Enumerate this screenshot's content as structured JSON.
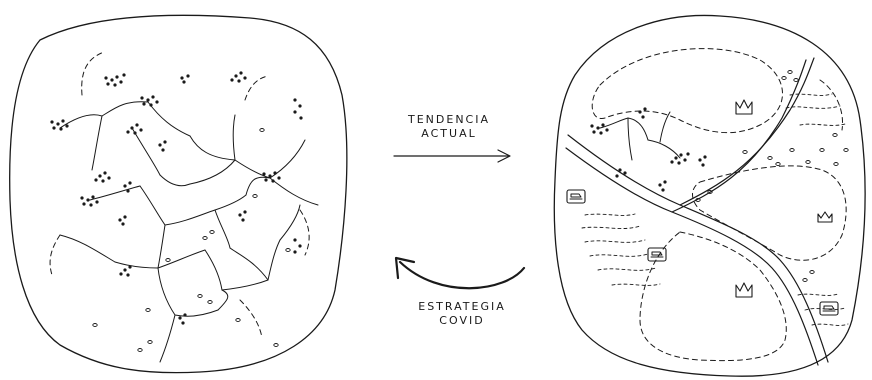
{
  "labels": {
    "top_arrow_line1": "TENDENCIA",
    "top_arrow_line2": "ACTUAL",
    "bottom_arrow_line1": "ESTRATEGIA",
    "bottom_arrow_line2": "COVID"
  },
  "icons": {
    "crown": "crown-icon",
    "vehicle": "car-icon"
  }
}
